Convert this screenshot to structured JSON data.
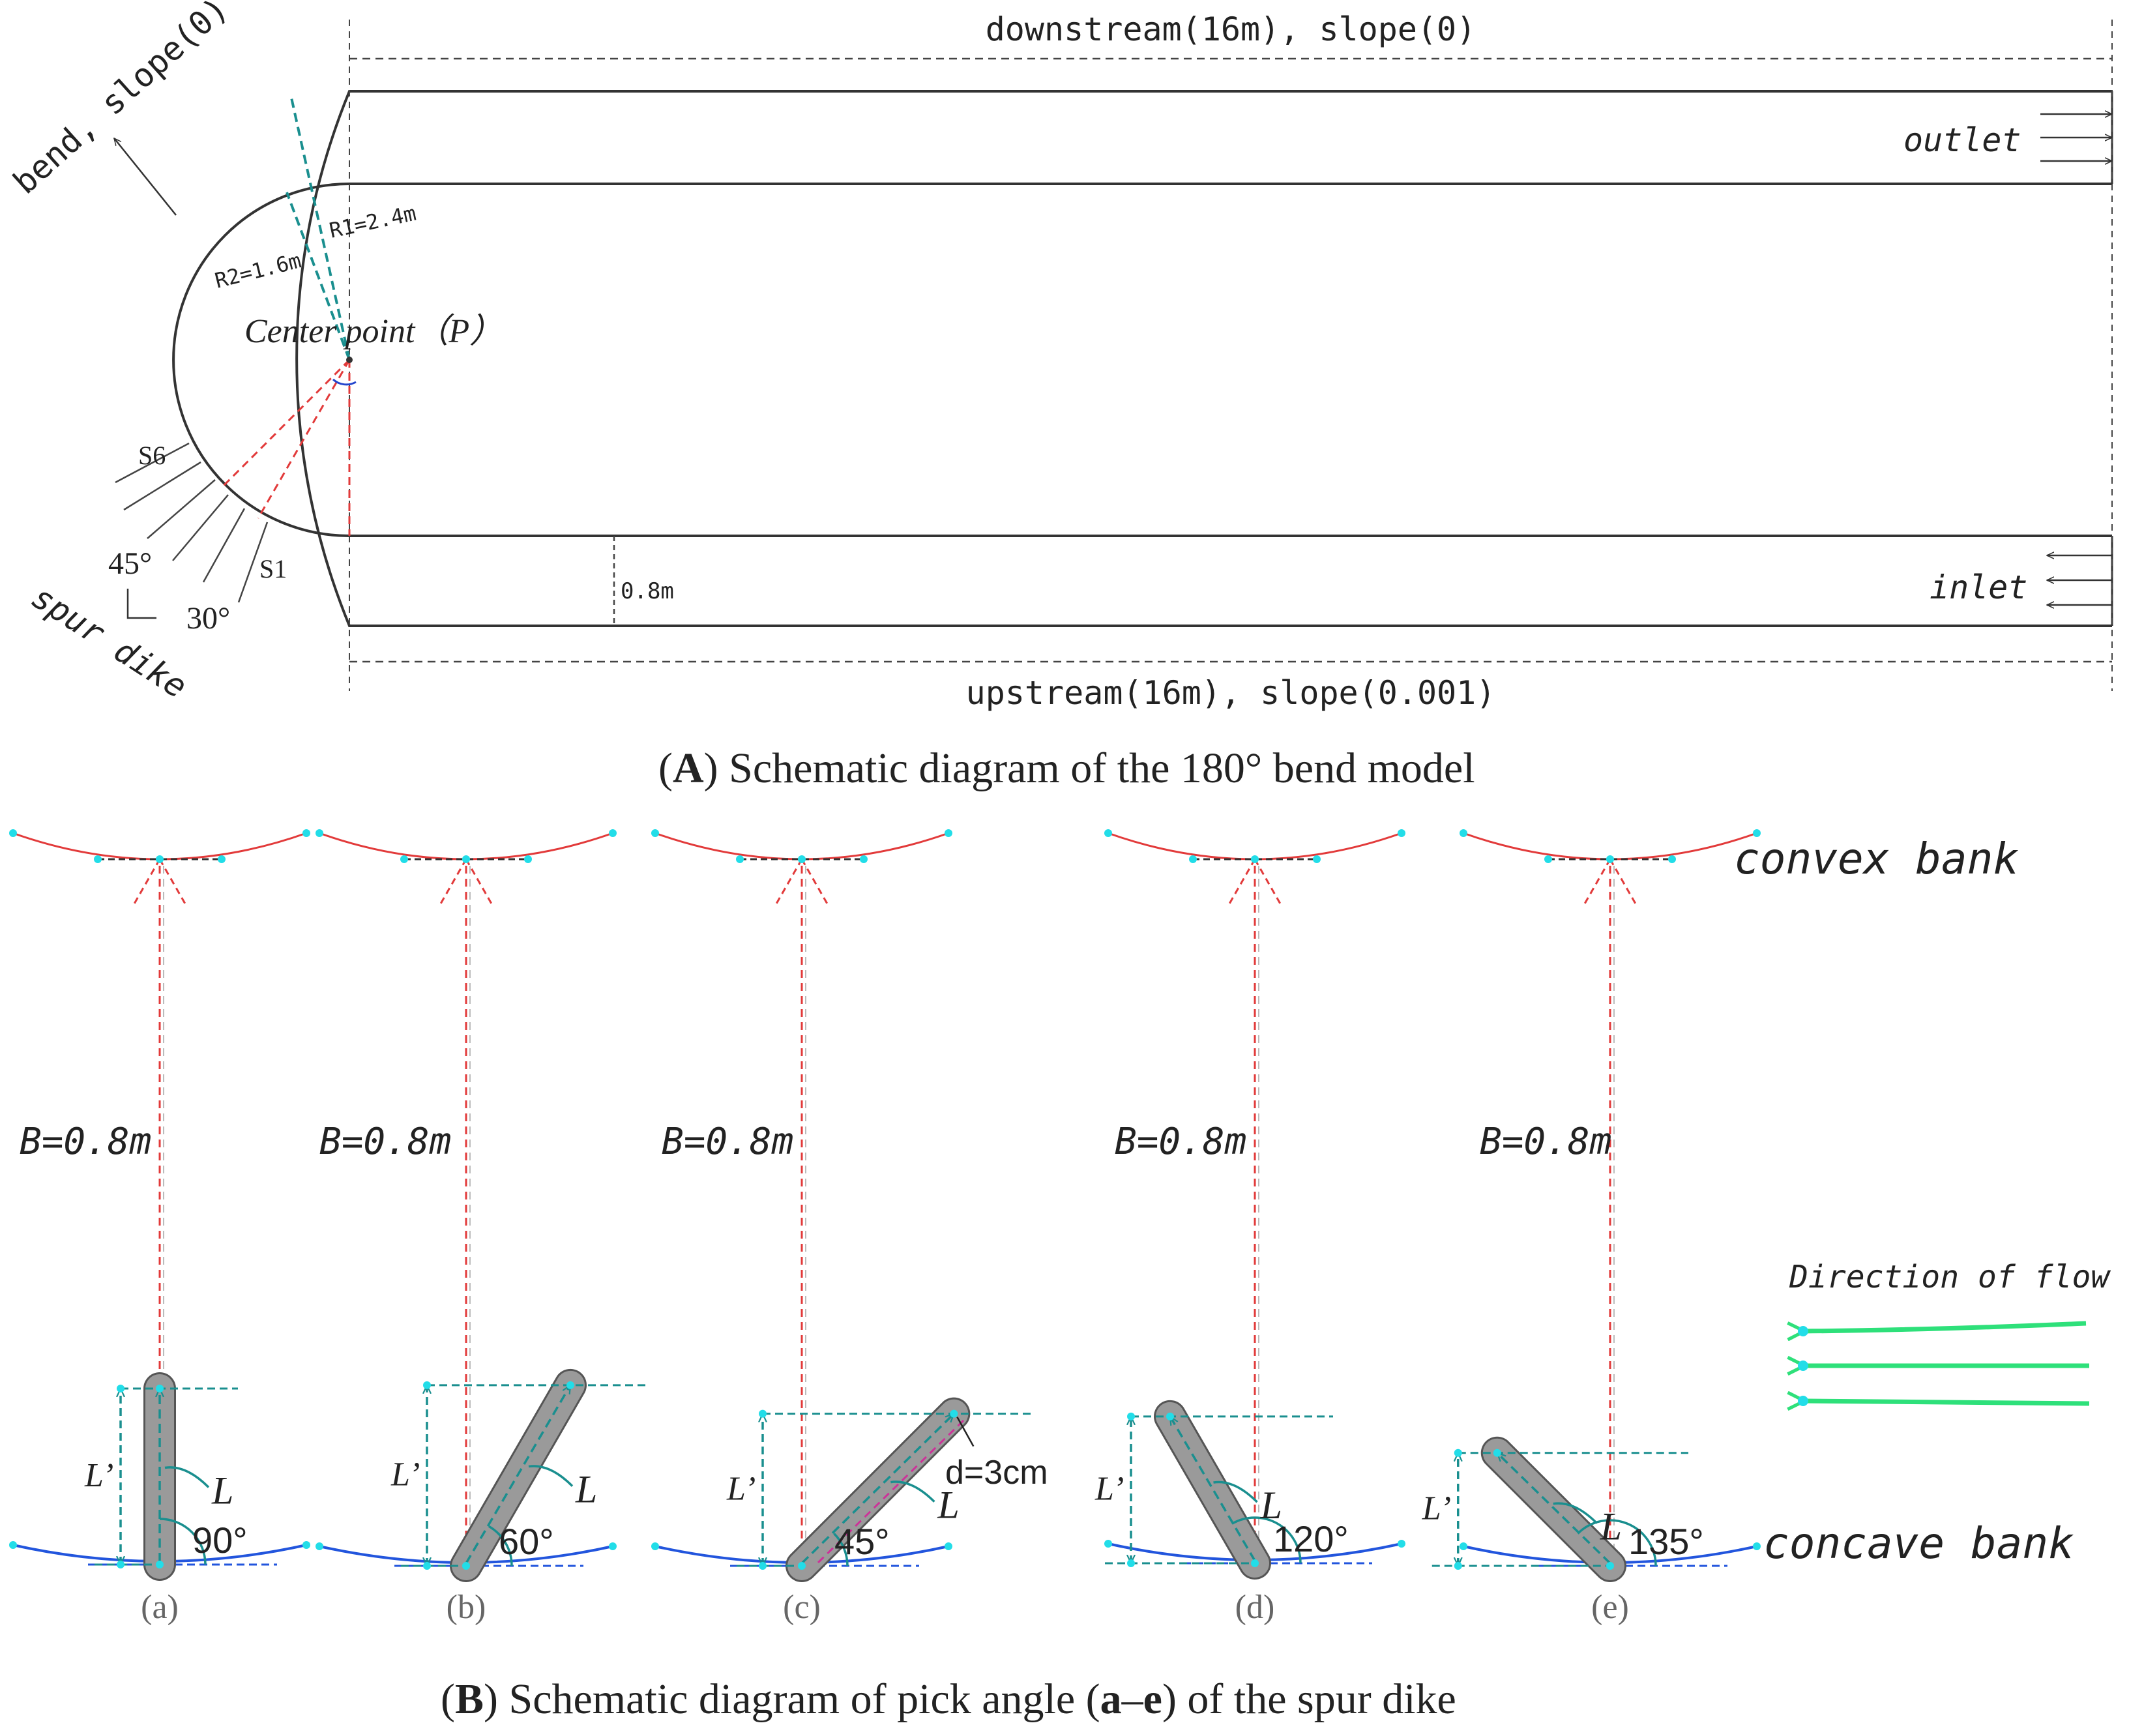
{
  "panel_a": {
    "downstream_label": "downstream(16m), slope(0)",
    "upstream_label": "upstream(16m), slope(0.001)",
    "bend_label": "bend, slope(0)",
    "outlet_label": "outlet",
    "inlet_label": "inlet",
    "center_label": "Center point（P）",
    "r1_label": "R1=2.4m",
    "r2_label": "R2=1.6m",
    "width_label": "0.8m",
    "s6_label": "S6",
    "s1_label": "S1",
    "angle45_label": "45°",
    "angle30_label": "30°",
    "spur_dike_label": "spur dike",
    "caption_letter": "A",
    "caption_text": ") Schematic diagram of the 180° bend model"
  },
  "panel_b": {
    "convex_label": "convex bank",
    "concave_label": "concave bank",
    "flow_label": "Direction of flow",
    "d_label": "d=3cm",
    "caption_letter": "B",
    "caption_mid": ") Schematic diagram of pick angle (",
    "caption_range_a": "a",
    "caption_dash": "–",
    "caption_range_e": "e",
    "caption_end": ") of the spur dike",
    "cases": [
      {
        "id": "(a)",
        "angle": "90°",
        "angle_deg": 90,
        "width_label": "B=0.8m",
        "L": "L",
        "Lp": "L’"
      },
      {
        "id": "(b)",
        "angle": "60°",
        "angle_deg": 60,
        "width_label": "B=0.8m",
        "L": "L",
        "Lp": "L’"
      },
      {
        "id": "(c)",
        "angle": "45°",
        "angle_deg": 45,
        "width_label": "B=0.8m",
        "L": "L",
        "Lp": "L’"
      },
      {
        "id": "(d)",
        "angle": "120°",
        "angle_deg": 120,
        "width_label": "B=0.8m",
        "L": "L",
        "Lp": "L’"
      },
      {
        "id": "(e)",
        "angle": "135°",
        "angle_deg": 135,
        "width_label": "B=0.8m",
        "L": "L",
        "Lp": "L’"
      }
    ]
  },
  "colors": {
    "line": "#333333",
    "red_dash": "#e23a3a",
    "teal_dash": "#1a8f8f",
    "blue_bank": "#2255dd",
    "dike_fill": "#9a9a9a",
    "flow_green": "#2ee07a",
    "cyan_dot": "#22dde8"
  }
}
